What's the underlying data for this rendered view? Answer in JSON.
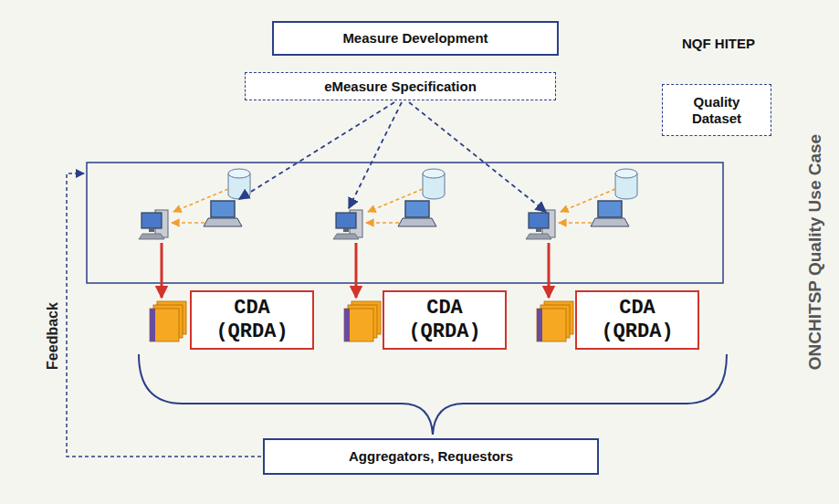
{
  "diagram": {
    "nodes": [
      {
        "text": [
          "Measure Development"
        ]
      },
      {
        "text": [
          "eMeasure Specification"
        ]
      },
      {
        "text": [
          "Quality Dataset"
        ]
      },
      {
        "text": [
          "CDA (QRDA)"
        ]
      },
      {
        "text": [
          "CDA (QRDA)"
        ]
      },
      {
        "text": [
          "CDA (QRDA)"
        ]
      },
      {
        "text": [
          "Aggregators, Requestors"
        ]
      }
    ],
    "labels": [
      "NQF HITEP",
      "Feedback",
      "ONCHITSP Quality Use Case"
    ]
  }
}
